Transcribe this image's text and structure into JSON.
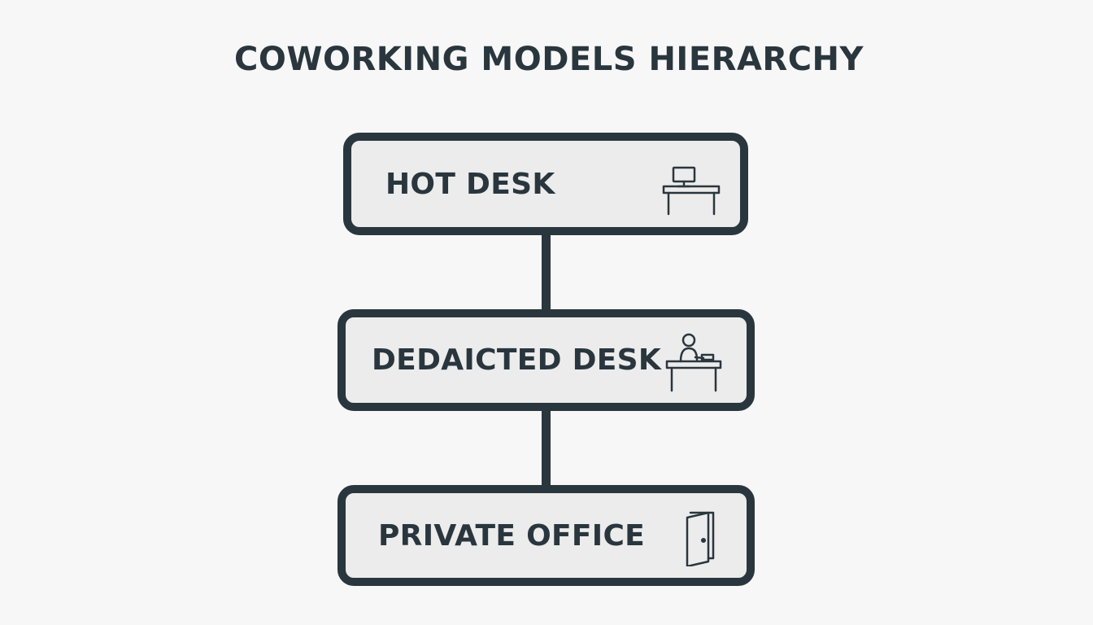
{
  "diagram": {
    "title": "COWORKING MODELS HIERARCHY",
    "nodes": [
      {
        "label": "HOT DESK",
        "icon": "desk-computer-icon"
      },
      {
        "label": "DEDAICTED DESK",
        "icon": "person-at-desk-icon"
      },
      {
        "label": "PRIVATE OFFICE",
        "icon": "door-icon"
      }
    ],
    "colors": {
      "stroke": "#2a363d",
      "box_fill": "#ececec",
      "background": "#f7f7f7"
    }
  }
}
